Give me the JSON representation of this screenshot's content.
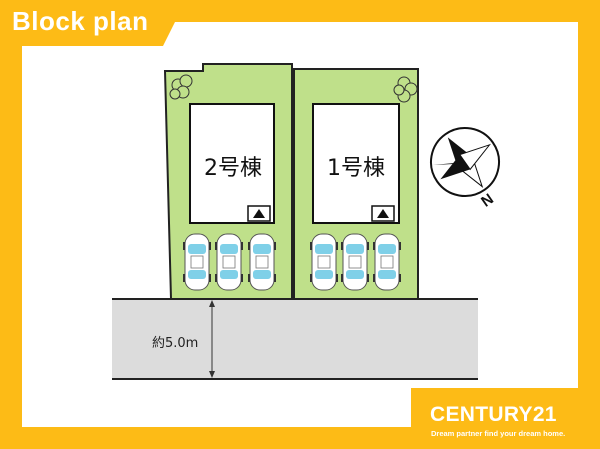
{
  "header": {
    "title": "Block plan"
  },
  "buildings": [
    {
      "label": "2号棟",
      "entrance_icon": "up-arrow-icon"
    },
    {
      "label": "1号棟",
      "entrance_icon": "up-arrow-icon"
    }
  ],
  "road": {
    "width_label": "約5.0m"
  },
  "compass": {
    "north_label": "N"
  },
  "footer": {
    "brand": "CENTURY21",
    "tagline": "Dream partner find your dream home."
  },
  "colors": {
    "frame": "#fdbb16",
    "lot": "#bfe08a",
    "road": "#dcdcdc",
    "car": "#7fd0e8"
  }
}
